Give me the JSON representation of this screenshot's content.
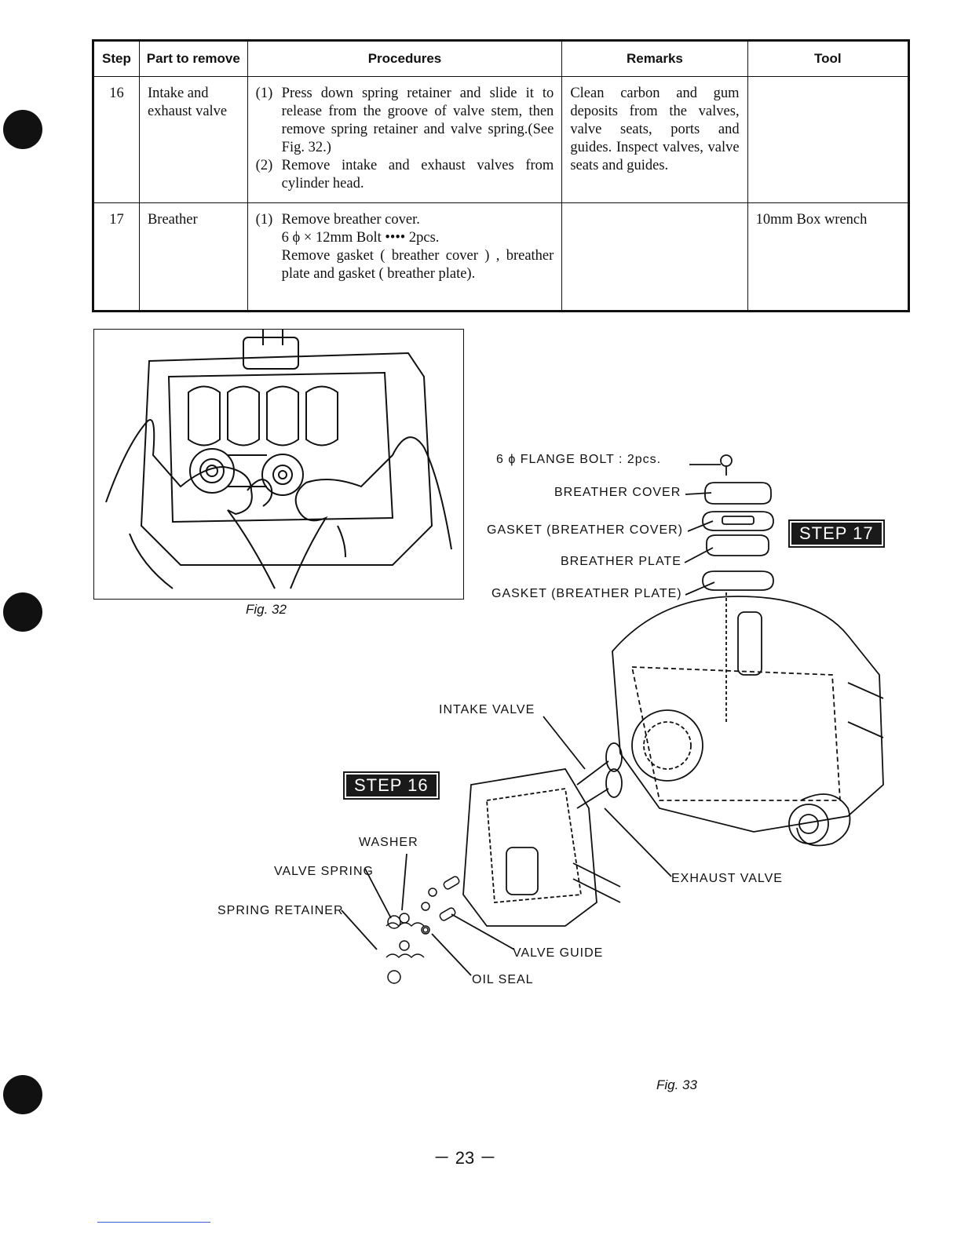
{
  "table": {
    "headers": {
      "step": "Step",
      "part": "Part to remove",
      "procedures": "Procedures",
      "remarks": "Remarks",
      "tool": "Tool"
    },
    "rows": [
      {
        "step": "16",
        "part": "Intake and exhaust valve",
        "procedures": [
          {
            "num": "(1)",
            "text": "Press down spring retainer and slide it to release from the groove of valve stem, then remove spring retainer and valve spring.(See Fig. 32.)"
          },
          {
            "num": "(2)",
            "text": "Remove intake and exhaust valves from cylinder head."
          }
        ],
        "remarks": "Clean carbon and gum deposits from the valves, valve seats, ports and guides. Inspect valves, valve seats and guides.",
        "tool": ""
      },
      {
        "step": "17",
        "part": "Breather",
        "procedures": [
          {
            "num": "(1)",
            "text": "Remove breather cover."
          }
        ],
        "procedure_notes": [
          "6 ϕ × 12mm Bolt •••• 2pcs.",
          "Remove gasket ( breather cover ) , breather plate and gasket ( breather plate)."
        ],
        "remarks": "",
        "tool": "10mm Box wrench"
      }
    ]
  },
  "figures": {
    "fig32_caption": "Fig. 32",
    "fig33_caption": "Fig. 33",
    "step17_badge": "STEP 17",
    "step16_badge": "STEP 16",
    "labels": {
      "flange_bolt": "6 ϕ  FLANGE  BOLT : 2pcs.",
      "breather_cover": "BREATHER  COVER",
      "gasket_breather_cover": "GASKET (BREATHER COVER)",
      "breather_plate": "BREATHER  PLATE",
      "gasket_breather_plate": "GASKET (BREATHER  PLATE)",
      "intake_valve": "INTAKE  VALVE",
      "exhaust_valve": "EXHAUST  VALVE",
      "washer": "WASHER",
      "valve_spring": "VALVE  SPRING",
      "spring_retainer": "SPRING  RETAINER",
      "valve_guide": "VALVE  GUIDE",
      "oil_seal": "OIL  SEAL"
    }
  },
  "page_number": "－ 23 －"
}
